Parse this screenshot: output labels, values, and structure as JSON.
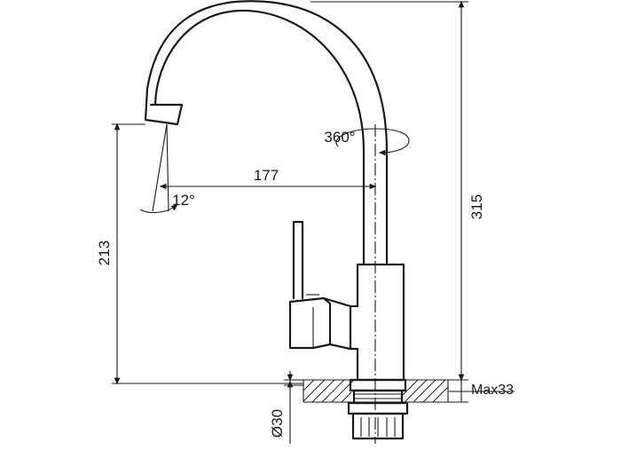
{
  "dimensions": {
    "height_total": "315",
    "spout_height": "213",
    "reach": "177",
    "rotation": "360°",
    "tilt": "12°",
    "hole_diameter": "Ø30",
    "max_thickness": "Max33"
  }
}
